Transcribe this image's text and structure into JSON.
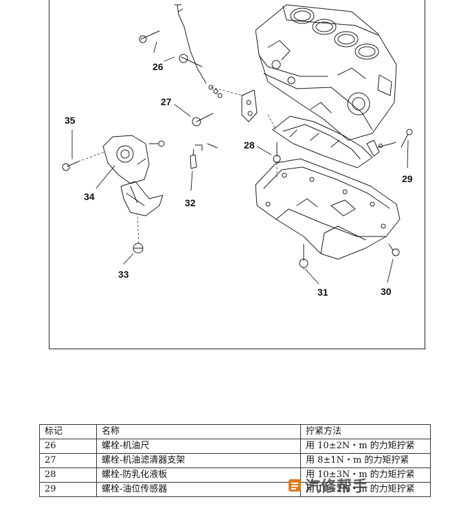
{
  "callouts": [
    "26",
    "27",
    "28",
    "29",
    "30",
    "31",
    "32",
    "33",
    "34",
    "35"
  ],
  "table": {
    "headers": [
      "标记",
      "名称",
      "拧紧方法"
    ],
    "rows": [
      [
        "26",
        "螺栓-机油尺",
        "用 10±2N・m 的力矩拧紧"
      ],
      [
        "27",
        "螺栓-机油滤清器支架",
        "用 8±1N・m 的力矩拧紧"
      ],
      [
        "28",
        "螺栓-防乳化液板",
        "用 10±3N・m 的力矩拧紧"
      ],
      [
        "29",
        "螺栓-油位传感器",
        "用 10±2N・m 的力矩拧紧"
      ]
    ]
  },
  "watermark": {
    "text": "汽修帮手",
    "accent": "#e07b1a"
  },
  "colors": {
    "line": "#1a1a1a",
    "border": "#222222"
  }
}
